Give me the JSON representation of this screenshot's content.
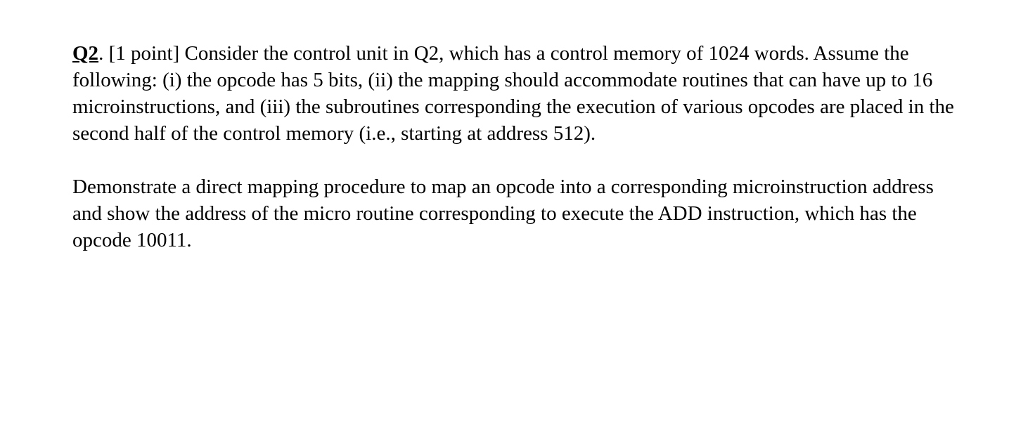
{
  "document": {
    "background_color": "#ffffff",
    "text_color": "#000000",
    "question": {
      "label": "Q2",
      "points_and_statement": ". [1 point] Consider the control unit in Q2, which has a control memory of 1024 words. Assume the following: (i) the opcode has 5 bits, (ii) the mapping should accommodate routines that can have up to 16 microinstructions, and (iii) the subroutines corresponding the execution of various opcodes are placed in the second half of the control memory (i.e., starting at address 512).",
      "task_statement": "Demonstrate a direct mapping procedure to map an opcode into a corresponding microinstruction address and show the address of the micro routine corresponding to execute the ADD instruction, which has the opcode 10011."
    }
  }
}
